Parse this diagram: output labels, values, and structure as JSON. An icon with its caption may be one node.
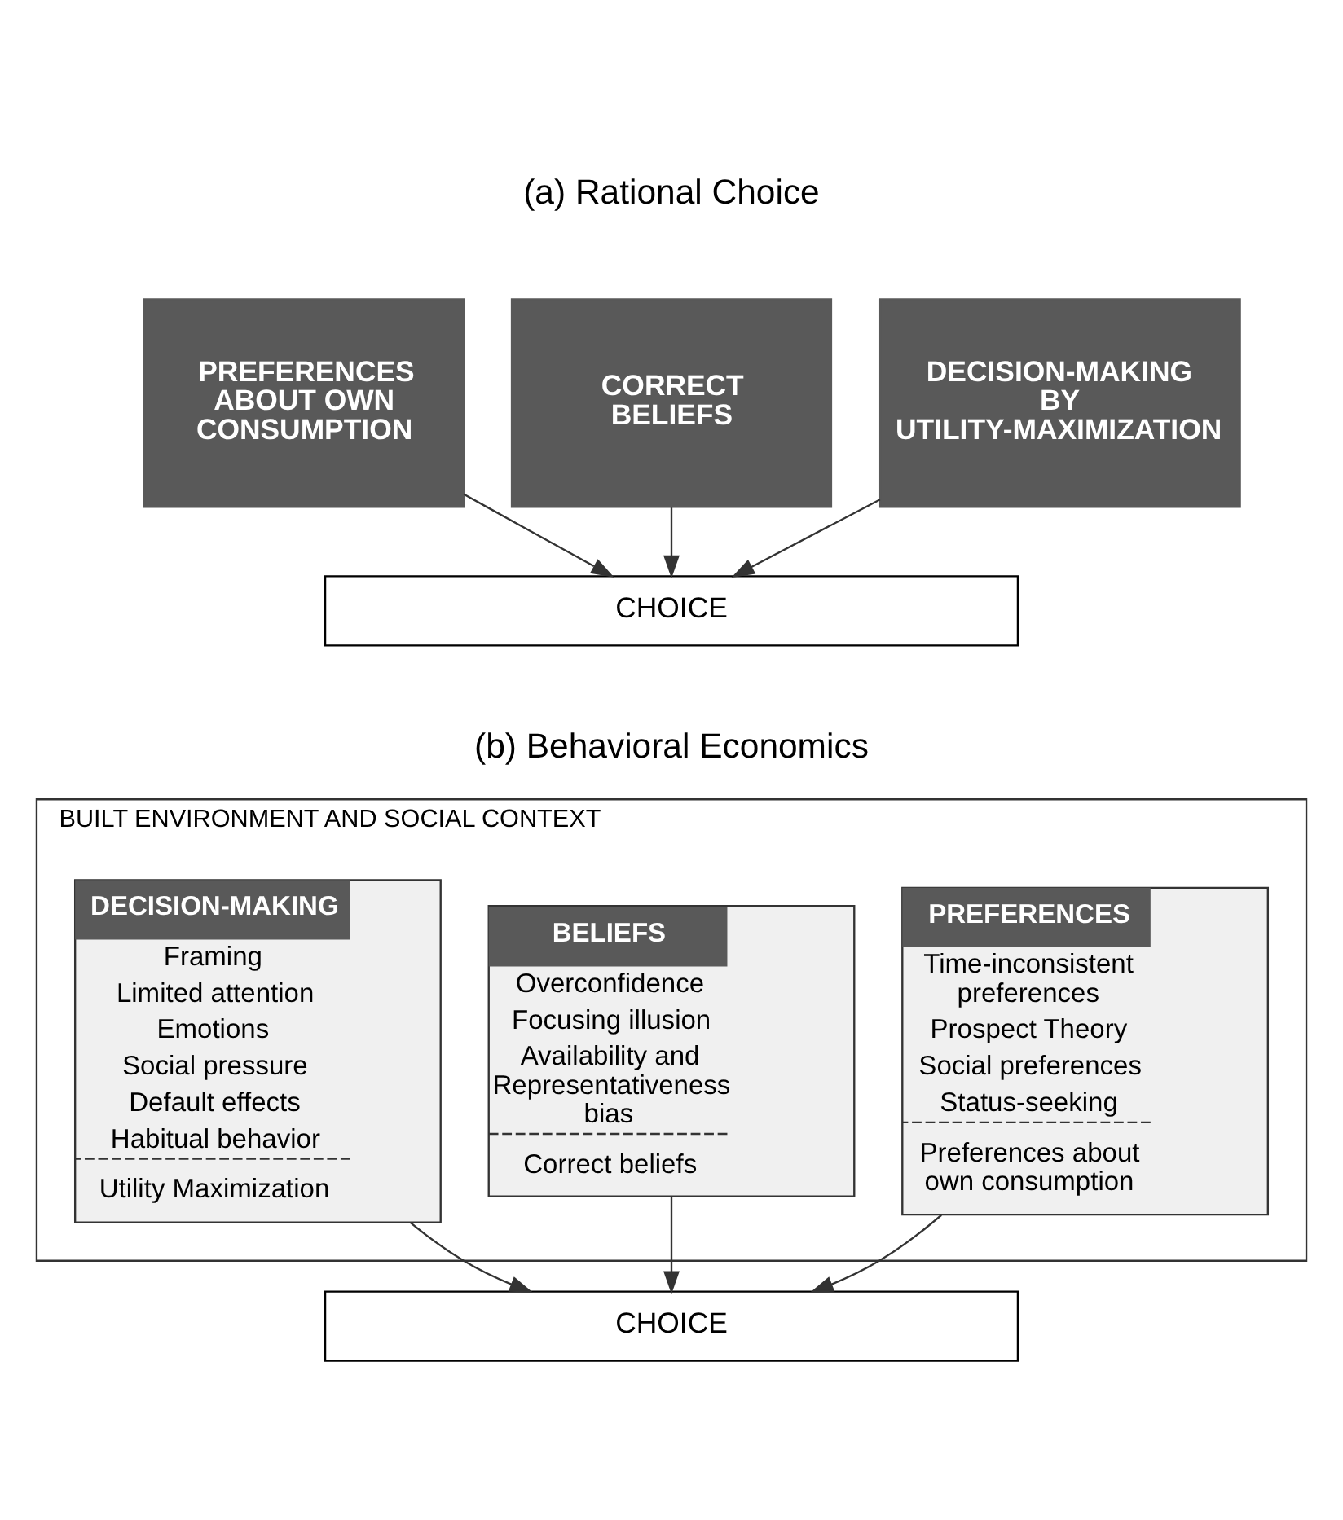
{
  "diagram": {
    "nodes": [
      {
        "text": [
          "PREFERENCES ABOUT OWN CONSUMPTION"
        ]
      },
      {
        "text": [
          "CORRECT BELIEFS"
        ]
      },
      {
        "text": [
          "DECISION-MAKING BY UTILITY-MAXIMIZATION"
        ]
      },
      {
        "text": [
          "CHOICE"
        ]
      },
      {
        "text": [
          "BUILT ENVIRONMENT AND SOCIAL CONTEXT"
        ]
      },
      {
        "text": [
          "PREFERENCES",
          "Time-inconsistent preferences",
          "Prospect Theory",
          "Social preferences",
          "Status-seeking",
          "Preferences about own consumption"
        ],
        "in": 4
      },
      {
        "text": [
          "BELIEFS",
          "Overconfidence",
          "Focusing illusion",
          "Availability and Representativeness bias",
          "Correct beliefs"
        ],
        "in": 4
      },
      {
        "text": [
          "DECISION-MAKING",
          "Framing",
          "Limited attention",
          "Emotions",
          "Social pressure",
          "Default effects",
          "Habitual behavior",
          "Utility Maximization"
        ],
        "in": 4
      },
      {
        "text": [
          "CHOICE"
        ]
      }
    ],
    "edges": [
      {
        "from": 0,
        "to": 3,
        "arrow": "to"
      },
      {
        "from": 1,
        "to": 3,
        "arrow": "to"
      },
      {
        "from": 2,
        "to": 3,
        "arrow": "to"
      },
      {
        "from": 5,
        "to": 8,
        "arrow": "to"
      },
      {
        "from": 6,
        "to": 8,
        "arrow": "to"
      },
      {
        "from": 7,
        "to": 8,
        "arrow": "to"
      }
    ],
    "labels": [
      "(a) Rational Choice",
      "(b) Behavioral Economics"
    ]
  }
}
